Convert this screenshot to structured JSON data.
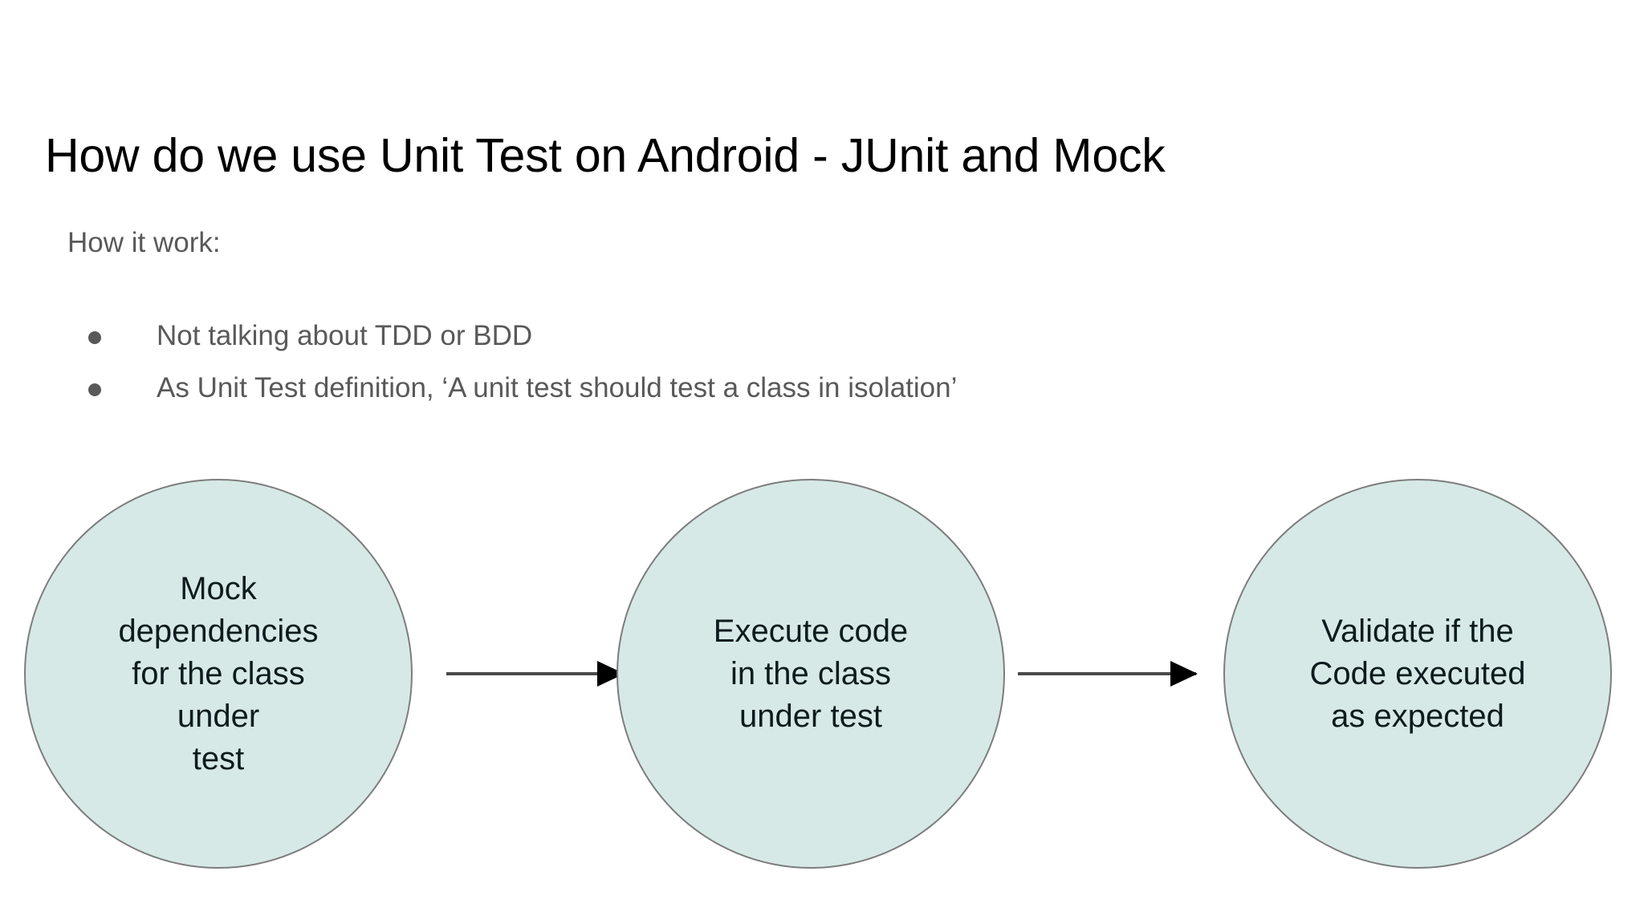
{
  "slide": {
    "title": "How do we use Unit Test on Android - JUnit and Mock",
    "lead_in": "How it work:",
    "bullets": [
      {
        "text": "Not talking about TDD or BDD"
      },
      {
        "text": "As Unit Test definition, ‘A unit test should test a class in isolation’"
      }
    ],
    "colors": {
      "background": "#ffffff",
      "title_text": "#000000",
      "body_text": "#595959",
      "node_fill": "#d6e9e6",
      "node_border": "#7d7d7d",
      "node_text": "#0d1b1e",
      "arrow": "#4a4a4a"
    },
    "diagram": {
      "type": "flow",
      "nodes": [
        {
          "id": "mock-dependencies",
          "label": "Mock\ndependencies\nfor the class\nunder\ntest"
        },
        {
          "id": "execute-code",
          "label": "Execute code\nin the class\nunder test"
        },
        {
          "id": "validate-result",
          "label": "Validate if the\nCode executed\nas expected"
        }
      ],
      "arrows": [
        {
          "id": "arrow-1",
          "from": "mock-dependencies",
          "to": "execute-code",
          "direction": "right"
        },
        {
          "id": "arrow-2",
          "from": "execute-code",
          "to": "validate-result",
          "direction": "right"
        }
      ]
    }
  }
}
